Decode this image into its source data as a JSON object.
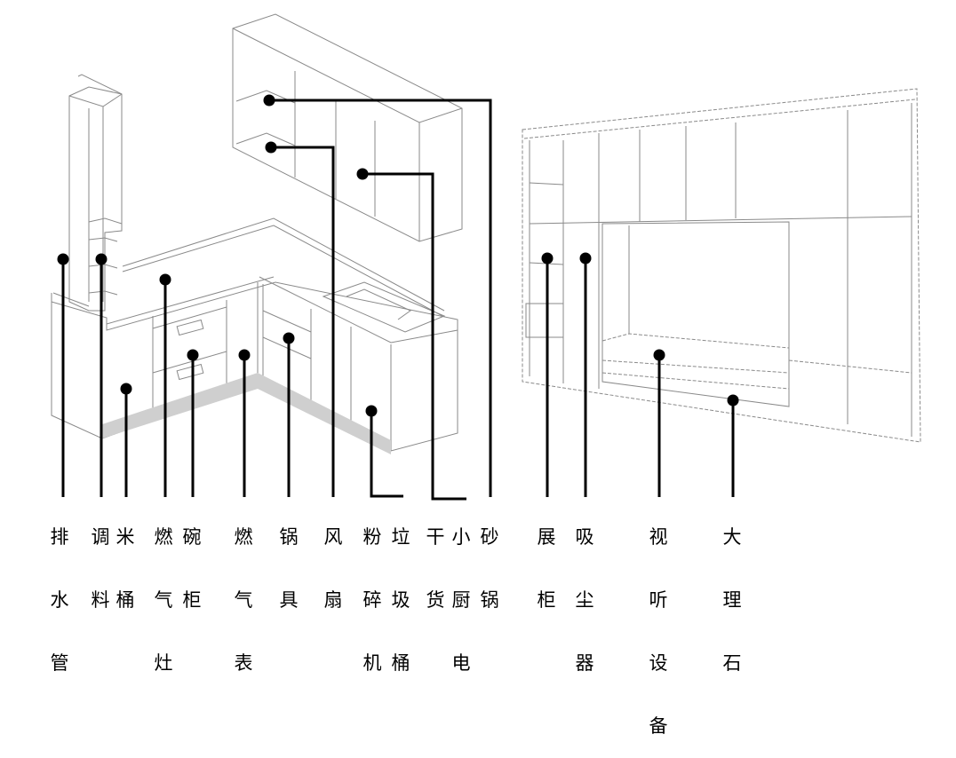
{
  "title": "Kitchen and living room cabinet callout diagram",
  "colors": {
    "line": "#000000",
    "drawing": "#8a8a8a",
    "background": "#ffffff"
  },
  "callouts": [
    {
      "id": "drain-pipe",
      "text": "排水管"
    },
    {
      "id": "seasoning",
      "text": "调料"
    },
    {
      "id": "rice-bucket",
      "text": "米桶"
    },
    {
      "id": "gas-stove",
      "text": "燃气灶"
    },
    {
      "id": "dish-cabinet",
      "text": "碗柜"
    },
    {
      "id": "gas-meter",
      "text": "燃气表"
    },
    {
      "id": "cookware",
      "text": "锅具"
    },
    {
      "id": "range-hood",
      "text": "风扇"
    },
    {
      "id": "garbage-disposer",
      "text": "粉碎机"
    },
    {
      "id": "garbage-bin",
      "text": "垃圾桶"
    },
    {
      "id": "dry-goods",
      "text": "干货"
    },
    {
      "id": "small-appliances",
      "text": "小厨电"
    },
    {
      "id": "casserole",
      "text": "砂锅"
    },
    {
      "id": "display-cabinet",
      "text": "展柜"
    },
    {
      "id": "vacuum",
      "text": "吸尘器"
    },
    {
      "id": "av-equipment",
      "text": "视听设备"
    },
    {
      "id": "marble",
      "text": "大理石"
    }
  ]
}
